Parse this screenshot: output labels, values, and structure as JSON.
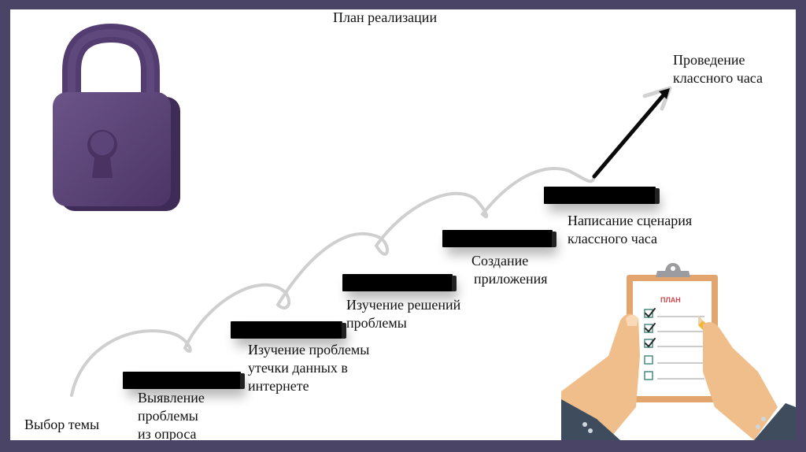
{
  "slide": {
    "title": "План реализации",
    "frame_color": "#4a4566",
    "background": "#ffffff"
  },
  "steps": [
    {
      "label_lines": [
        "Выбор темы"
      ]
    },
    {
      "label_lines": [
        "Выявление",
        "проблемы",
        "из опроса"
      ]
    },
    {
      "label_lines": [
        "Изучение проблемы",
        "утечки данных в",
        "интернете"
      ]
    },
    {
      "label_lines": [
        "Изучение решений",
        "проблемы"
      ]
    },
    {
      "label_lines": [
        "Создание",
        "приложения"
      ]
    },
    {
      "label_lines": [
        "Написание сценария",
        "классного часа"
      ]
    },
    {
      "label_lines": [
        "Проведение",
        "классного часа"
      ]
    }
  ],
  "illustrations": {
    "lock": {
      "icon": "padlock-icon",
      "color": "#5a4375"
    },
    "clipboard": {
      "icon": "clipboard-plan-icon",
      "heading": "ПЛАН",
      "heading_color": "#d0484a",
      "checklist": [
        true,
        true,
        true,
        false,
        false
      ]
    },
    "arrow": {
      "icon": "arrow-up-right-icon"
    }
  }
}
